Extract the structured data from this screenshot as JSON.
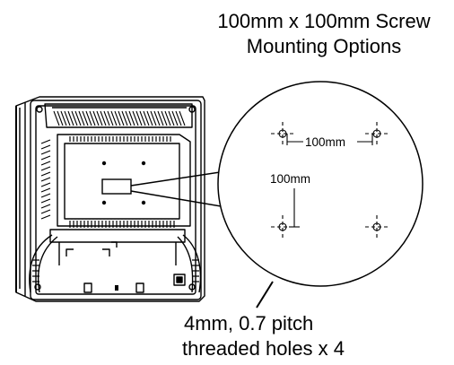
{
  "title": {
    "line1": "100mm x 100mm Screw",
    "line2": "Mounting Options"
  },
  "caption": {
    "line1": "4mm, 0.7 pitch",
    "line2": "threaded holes x 4"
  },
  "dimensions": {
    "horizontal": "100mm",
    "vertical": "100mm"
  },
  "colors": {
    "line": "#000000",
    "background": "#ffffff"
  }
}
